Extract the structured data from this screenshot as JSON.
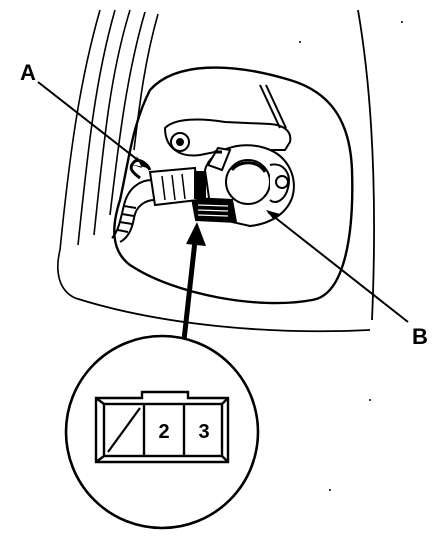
{
  "callouts": {
    "a": {
      "letter": "A"
    },
    "b": {
      "letter": "B"
    }
  },
  "connector": {
    "pins": [
      {
        "number": "2"
      },
      {
        "number": "3"
      }
    ]
  },
  "colors": {
    "ink": "#000000",
    "paper": "#ffffff"
  }
}
